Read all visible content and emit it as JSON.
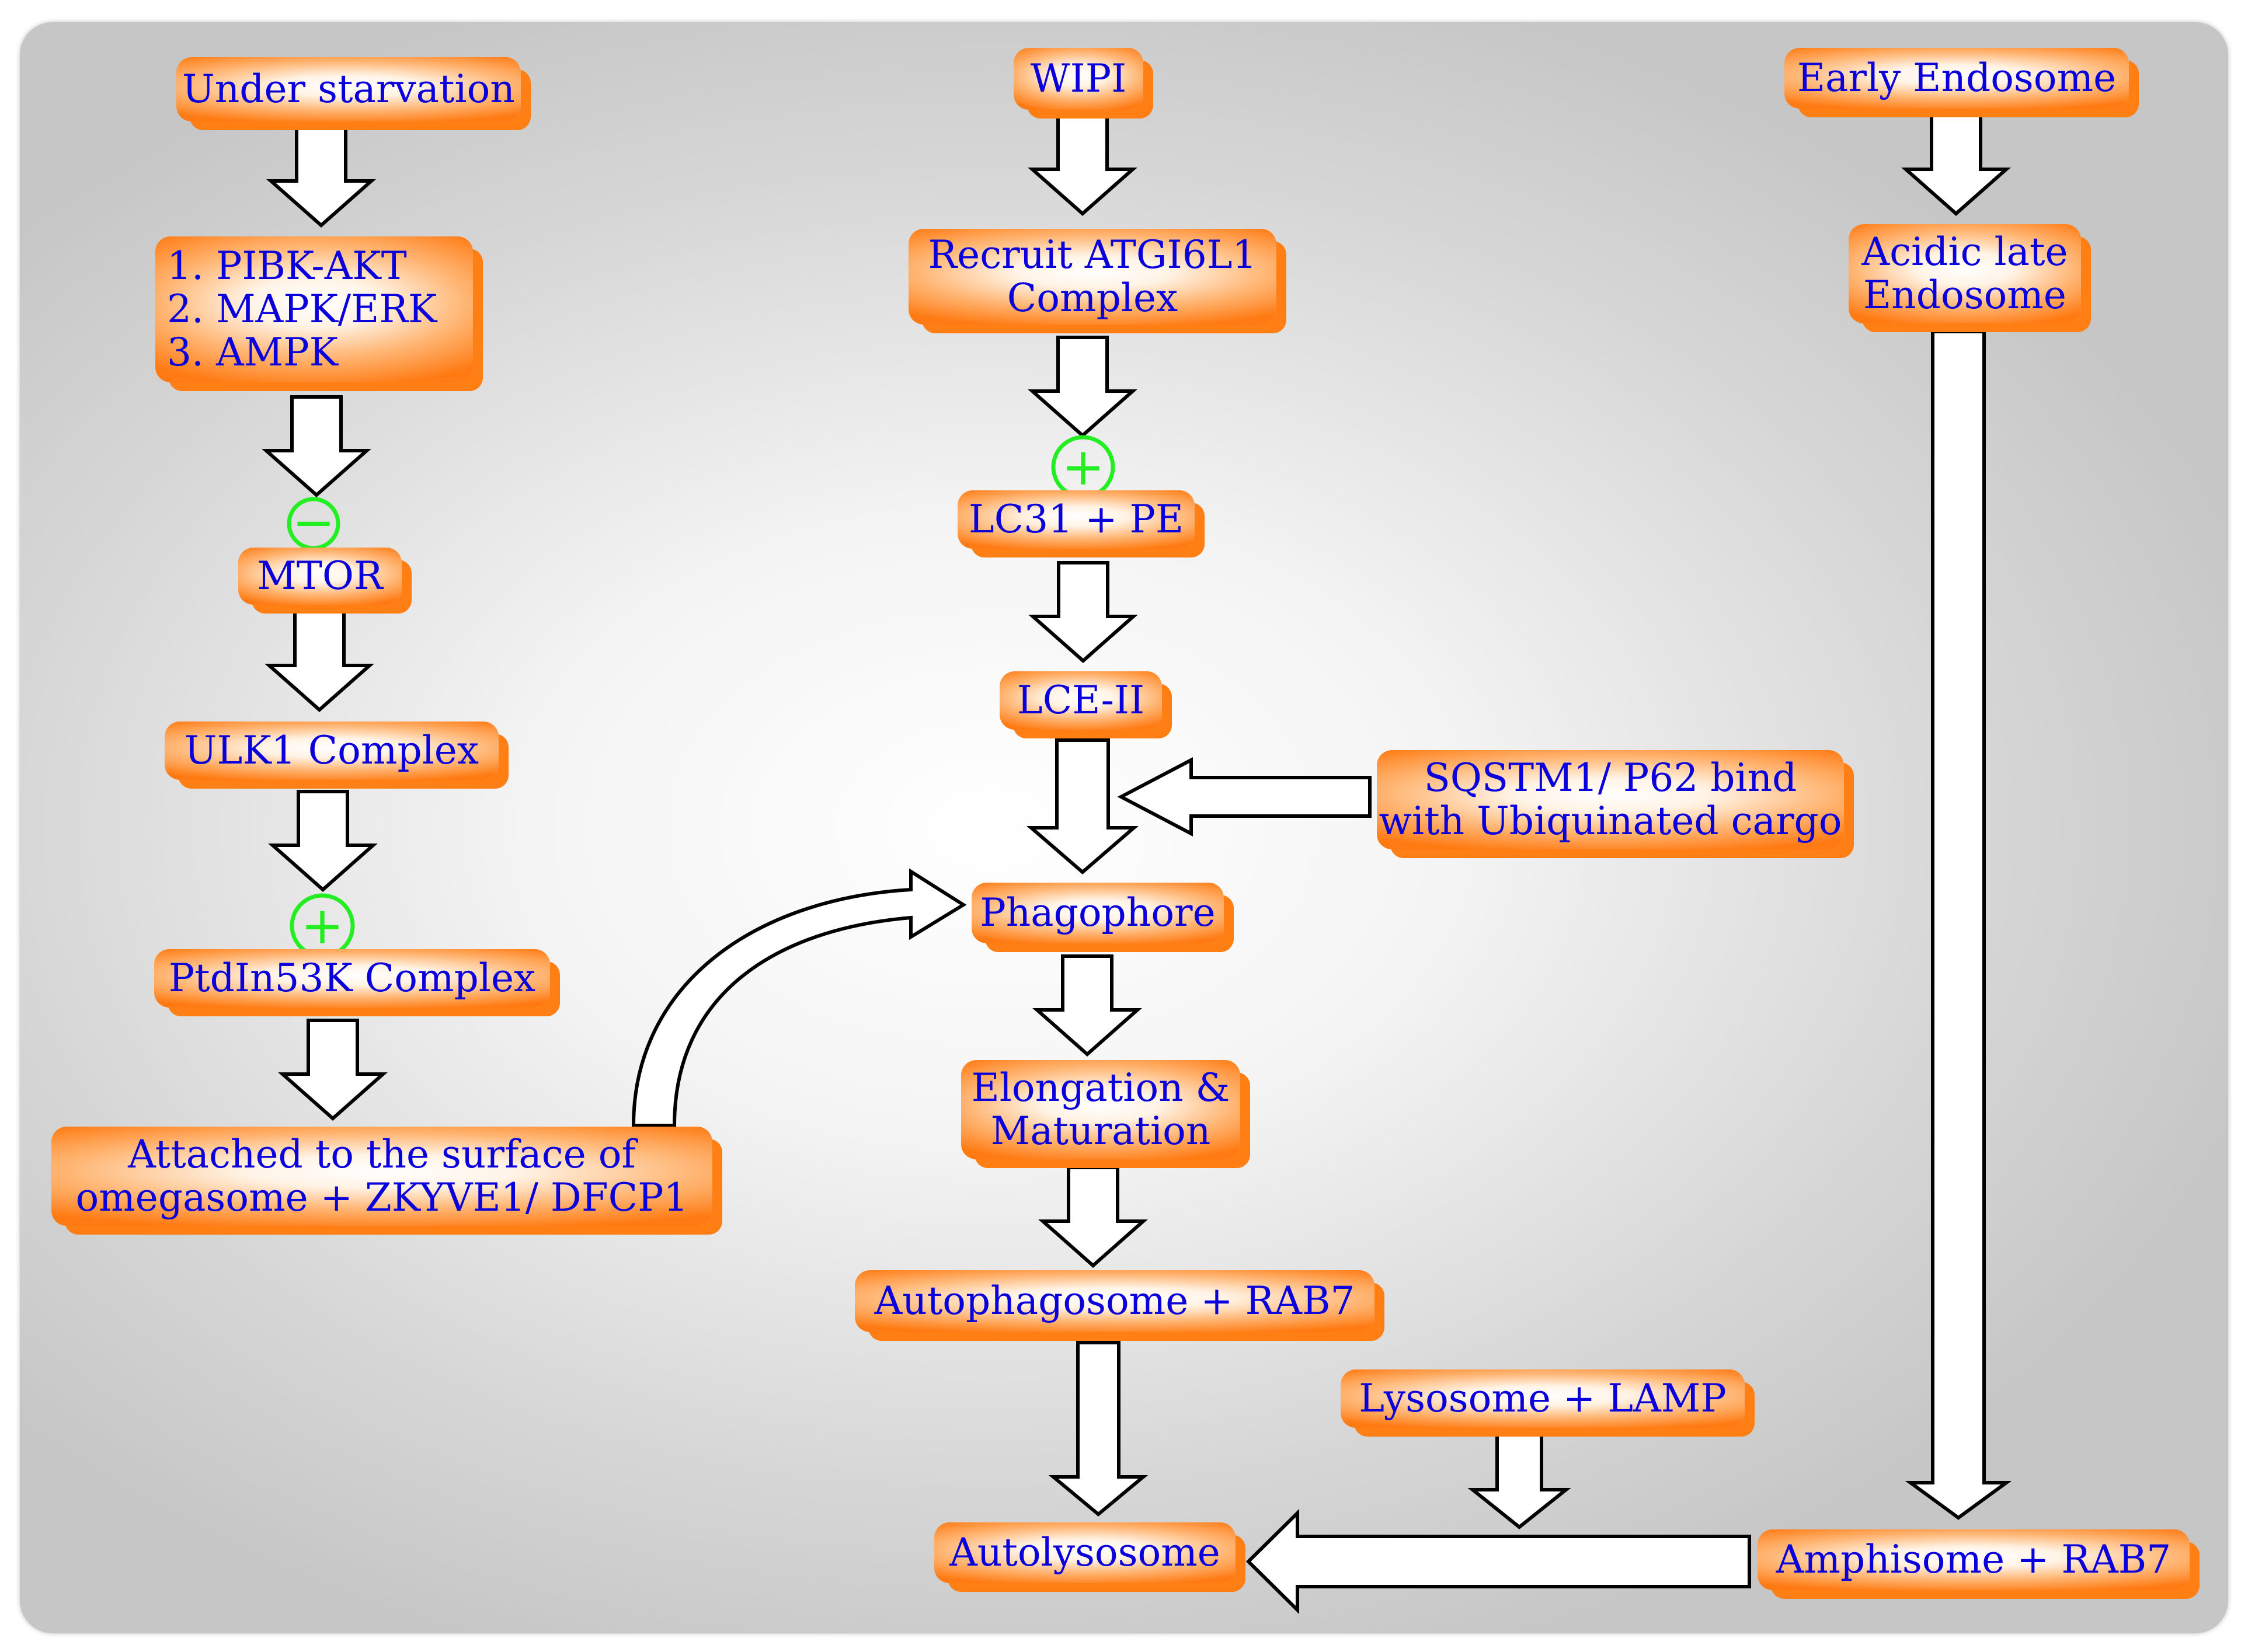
{
  "nodes": {
    "starvation": "Under starvation",
    "pathways": "1. PIBK-AKT\n2. MAPK/ERK\n3. AMPK",
    "mtor": "MTOR",
    "ulk1": "ULK1 Complex",
    "ptdin": "PtdIn53K Complex",
    "omegasome": "Attached to the surface of\nomegasome + ZKYVE1/ DFCP1",
    "wipi": "WIPI",
    "atg16": "Recruit ATGI6L1\nComplex",
    "lc3pe": "LC31 + PE",
    "lce2": "LCE-II",
    "sqstm": "SQSTM1/ P62 bind\nwith Ubiquinated cargo",
    "phagophore": "Phagophore",
    "elongation": "Elongation &\nMaturation",
    "autophagosome": "Autophagosome + RAB7",
    "lysosome": "Lysosome + LAMP",
    "autolysosome": "Autolysosome",
    "early_endo": "Early Endosome",
    "late_endo": "Acidic late\nEndosome",
    "amphisome": "Amphisome + RAB7"
  },
  "signs": {
    "plus": "+",
    "minus": "−"
  },
  "colors": {
    "node_text": "#0a00dc",
    "node_orange": "#ff7a12",
    "sign": "#22ee22",
    "arrow_stroke": "#000000"
  }
}
